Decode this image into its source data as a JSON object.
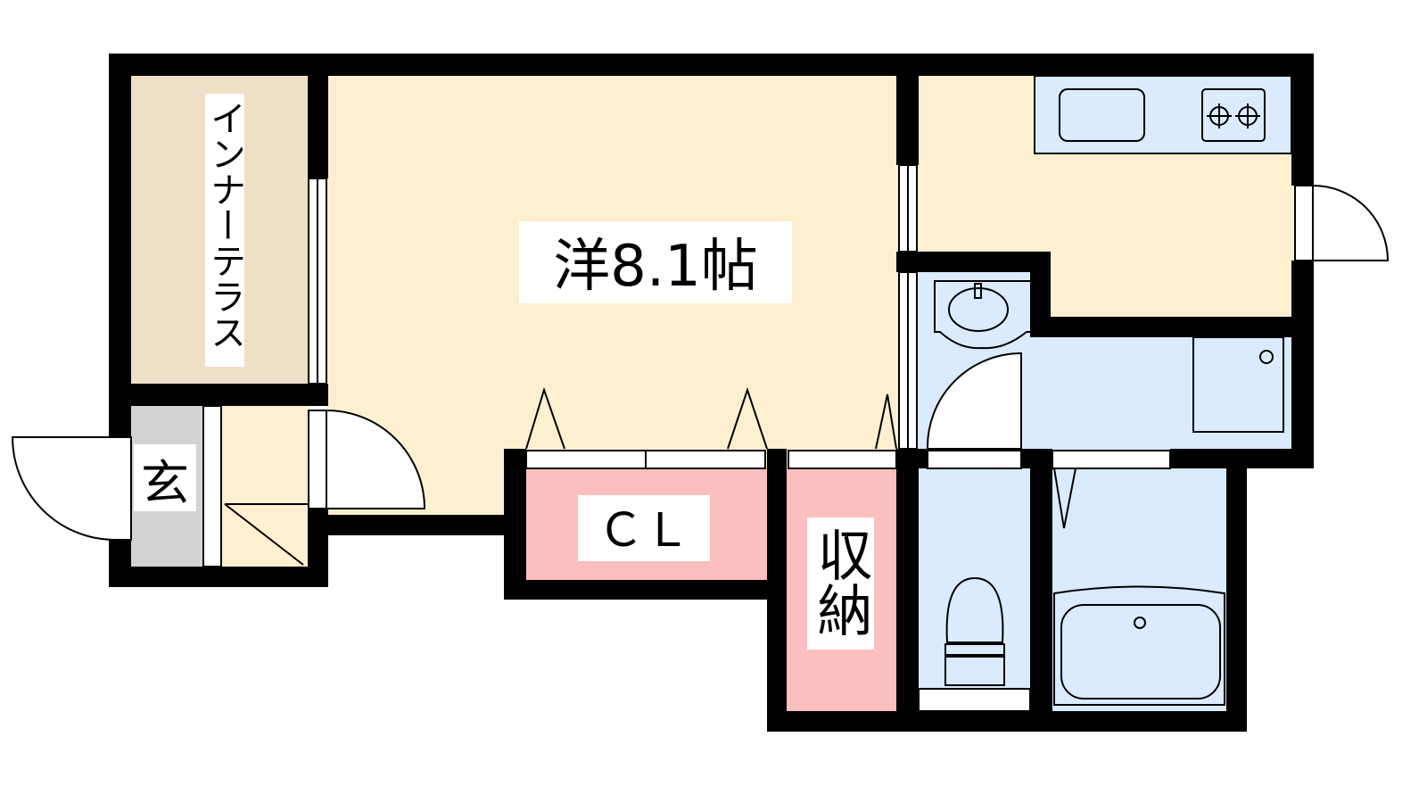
{
  "floor_plan": {
    "rooms": {
      "inner_terrace": "インナーテラス",
      "western_room": "洋8.1帖",
      "entrance": "玄",
      "closet": "ＣＬ",
      "storage": "収納"
    },
    "colors": {
      "wall": "#000000",
      "terrace": "#efdfc6",
      "living": "#fdf0d1",
      "entrance": "#d3d3d3",
      "closet": "#fbbfbf",
      "wet_area": "#dbeafd",
      "opening": "#ffffff"
    }
  }
}
